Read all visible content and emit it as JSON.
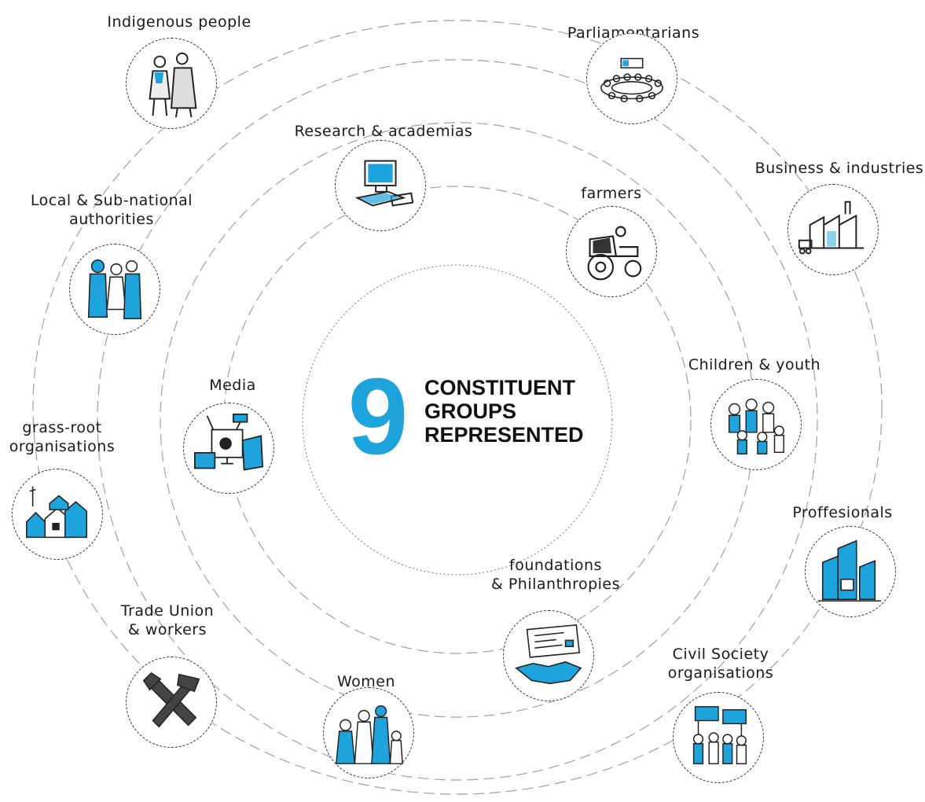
{
  "center": {
    "number": "9",
    "title_lines": [
      "CONSTITUENT",
      "GROUPS",
      "REPRESENTED"
    ]
  },
  "colors": {
    "accent": "#1ea4dd",
    "ink": "#1a1a1a",
    "ring": "#a0a0a0"
  },
  "groups": [
    {
      "id": "indigenous",
      "lines": [
        "Indigenous people"
      ],
      "icon": "indigenous-people-icon"
    },
    {
      "id": "parliamentarians",
      "lines": [
        "Parliamentarians"
      ],
      "icon": "parliament-icon"
    },
    {
      "id": "research",
      "lines": [
        "Research & academias"
      ],
      "icon": "computer-books-icon"
    },
    {
      "id": "business",
      "lines": [
        "Business & industries"
      ],
      "icon": "factory-icon"
    },
    {
      "id": "local",
      "lines": [
        "Local & Sub-national",
        "authorities"
      ],
      "icon": "officials-icon"
    },
    {
      "id": "farmers",
      "lines": [
        "farmers"
      ],
      "icon": "tractor-icon"
    },
    {
      "id": "children",
      "lines": [
        "Children & youth"
      ],
      "icon": "children-icon"
    },
    {
      "id": "media",
      "lines": [
        "Media"
      ],
      "icon": "media-icon"
    },
    {
      "id": "grassroot",
      "lines": [
        "grass-root",
        "organisations"
      ],
      "icon": "houses-icon"
    },
    {
      "id": "proffesionals",
      "lines": [
        "Proffesionals"
      ],
      "icon": "buildings-icon"
    },
    {
      "id": "foundations",
      "lines": [
        "foundations",
        "& Philanthropies"
      ],
      "icon": "handshake-icon"
    },
    {
      "id": "tradeunion",
      "lines": [
        "Trade Union",
        "& workers"
      ],
      "icon": "tools-icon"
    },
    {
      "id": "civil",
      "lines": [
        "Civil Society",
        "organisations"
      ],
      "icon": "protest-icon"
    },
    {
      "id": "women",
      "lines": [
        "Women"
      ],
      "icon": "women-icon"
    }
  ]
}
